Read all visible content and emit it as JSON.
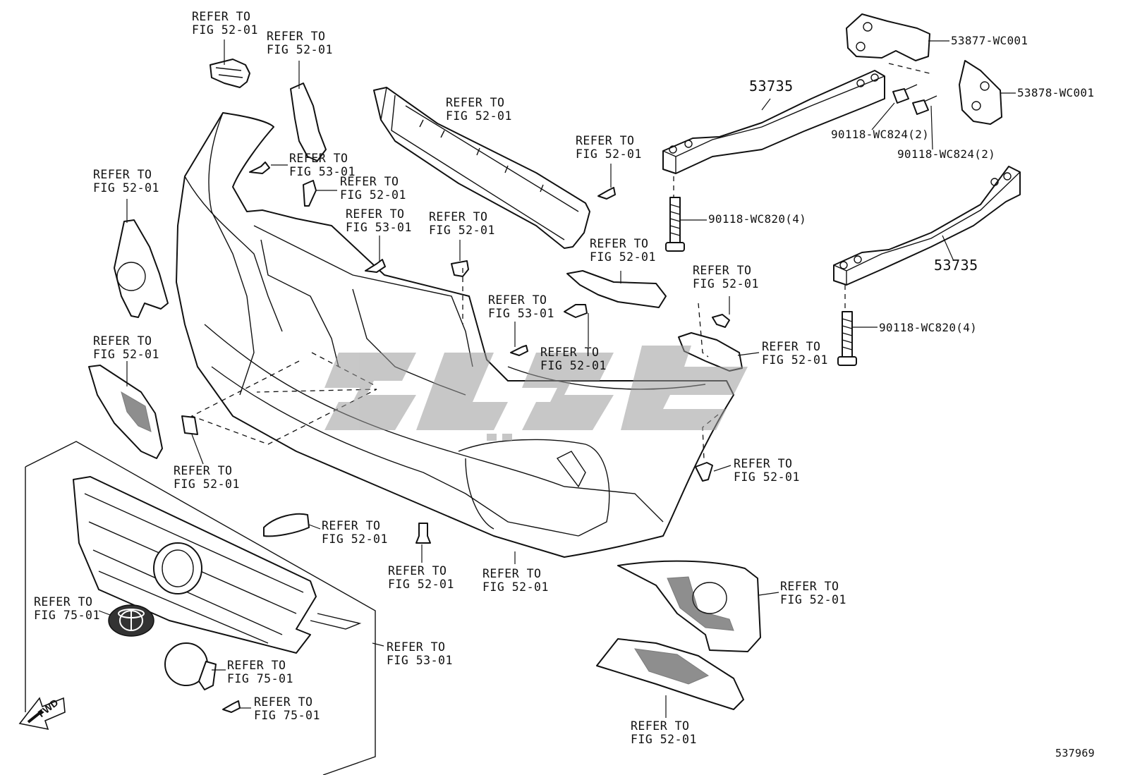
{
  "diagram": {
    "figure_number": "537969",
    "direction_marker": "FWD",
    "watermark": "diagram-watermark",
    "callouts": [
      {
        "id": "c1",
        "lines": [
          "REFER TO",
          "FIG 52-01"
        ]
      },
      {
        "id": "c2",
        "lines": [
          "REFER TO",
          "FIG 52-01"
        ]
      },
      {
        "id": "c3",
        "lines": [
          "REFER TO",
          "FIG 53-01"
        ]
      },
      {
        "id": "c4",
        "lines": [
          "REFER TO",
          "FIG 52-01"
        ]
      },
      {
        "id": "c5",
        "lines": [
          "REFER TO",
          "FIG 53-01"
        ]
      },
      {
        "id": "c6",
        "lines": [
          "REFER TO",
          "FIG 52-01"
        ]
      },
      {
        "id": "c7",
        "lines": [
          "REFER TO",
          "FIG 52-01"
        ]
      },
      {
        "id": "c8",
        "lines": [
          "REFER TO",
          "FIG 52-01"
        ]
      },
      {
        "id": "c9",
        "lines": [
          "REFER TO",
          "FIG 52-01"
        ]
      },
      {
        "id": "c10",
        "lines": [
          "REFER TO",
          "FIG 52-01"
        ]
      },
      {
        "id": "c11",
        "lines": [
          "REFER TO",
          "FIG 52-01"
        ]
      },
      {
        "id": "c12",
        "lines": [
          "REFER TO",
          "FIG 53-01"
        ]
      },
      {
        "id": "c13",
        "lines": [
          "REFER TO",
          "FIG 52-01"
        ]
      },
      {
        "id": "c14",
        "lines": [
          "REFER TO",
          "FIG 52-01"
        ]
      },
      {
        "id": "c15",
        "lines": [
          "REFER TO",
          "FIG 52-01"
        ]
      },
      {
        "id": "c16",
        "lines": [
          "REFER TO",
          "FIG 52-01"
        ]
      },
      {
        "id": "c17",
        "lines": [
          "REFER TO",
          "FIG 52-01"
        ]
      },
      {
        "id": "c18",
        "lines": [
          "REFER TO",
          "FIG 52-01"
        ]
      },
      {
        "id": "c19",
        "lines": [
          "REFER TO",
          "FIG 52-01"
        ]
      },
      {
        "id": "c20",
        "lines": [
          "REFER TO",
          "FIG 52-01"
        ]
      },
      {
        "id": "c21",
        "lines": [
          "REFER TO",
          "FIG 75-01"
        ]
      },
      {
        "id": "c22",
        "lines": [
          "REFER TO",
          "FIG 53-01"
        ]
      },
      {
        "id": "c23",
        "lines": [
          "REFER TO",
          "FIG 75-01"
        ]
      },
      {
        "id": "c24",
        "lines": [
          "REFER TO",
          "FIG 75-01"
        ]
      },
      {
        "id": "c25",
        "lines": [
          "REFER TO",
          "FIG 52-01"
        ]
      }
    ],
    "part_numbers": {
      "bracket_upper": "53877-WC001",
      "bracket_lower": "53878-WC001",
      "beam": "53735",
      "bolt_a": "90118-WC824(2)",
      "bolt_b": "90118-WC824(2)",
      "bolt_c": "90118-WC820(4)",
      "bolt_d": "90118-WC820(4)"
    }
  }
}
